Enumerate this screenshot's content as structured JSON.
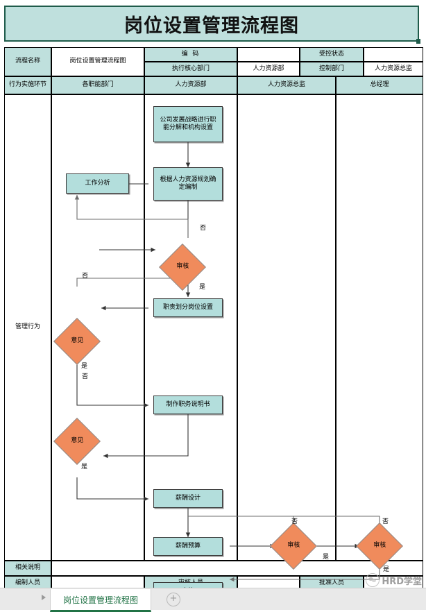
{
  "title": {
    "text": "岗位设置管理流程图"
  },
  "header_table": {
    "row1": [
      {
        "label": "流程名称",
        "shaded": true
      },
      {
        "label": "岗位设置管理流程图",
        "shaded": false
      },
      {
        "label": "编    码",
        "shaded": true
      },
      {
        "label": "",
        "shaded": false
      },
      {
        "label": "受控状态",
        "shaded": true
      },
      {
        "label": "",
        "shaded": false
      }
    ],
    "row2": [
      {
        "label": "执行核心部门",
        "shaded": true
      },
      {
        "label": "人力资源部",
        "shaded": false
      },
      {
        "label": "控制部门",
        "shaded": true
      },
      {
        "label": "人力资源总监",
        "shaded": false
      }
    ],
    "lanes": [
      {
        "label": "行为实施环节"
      },
      {
        "label": "各职能部门"
      },
      {
        "label": "人力资源部"
      },
      {
        "label": "人力资源总监"
      },
      {
        "label": "总经理"
      }
    ]
  },
  "body_row": {
    "label": "管理行为"
  },
  "footer": {
    "notes_label": "相关说明",
    "notes_value": "",
    "signoff": [
      {
        "label": "编制人员",
        "value": ""
      },
      {
        "label": "审核人员",
        "value": ""
      },
      {
        "label": "批准人员",
        "value": ""
      }
    ]
  },
  "flow": {
    "nodes": [
      {
        "id": "n1",
        "type": "process",
        "label": "公司发展战略进行职能分解和机构设置"
      },
      {
        "id": "n2",
        "type": "process",
        "label": "根据人力资源规划确定编制"
      },
      {
        "id": "n3",
        "type": "process",
        "label": "工作分析"
      },
      {
        "id": "n4",
        "type": "decision",
        "label": "审核"
      },
      {
        "id": "n5",
        "type": "decision",
        "label": "意见"
      },
      {
        "id": "n6",
        "type": "process",
        "label": "职责划分岗位设置"
      },
      {
        "id": "n7",
        "type": "process",
        "label": "制作职务说明书"
      },
      {
        "id": "n8",
        "type": "decision",
        "label": "意见"
      },
      {
        "id": "n9",
        "type": "process",
        "label": "薪酬设计"
      },
      {
        "id": "n10",
        "type": "process",
        "label": "薪酬预算"
      },
      {
        "id": "n11",
        "type": "decision",
        "label": "审核"
      },
      {
        "id": "n12",
        "type": "decision",
        "label": "审核"
      },
      {
        "id": "n13",
        "type": "process",
        "label": "实施"
      }
    ],
    "edge_labels": {
      "no": "否",
      "yes": "是"
    }
  },
  "tabbar": {
    "active_sheet": "岗位设置管理流程图",
    "add_sheet": "+"
  },
  "watermark": {
    "text": "HRD学堂"
  },
  "colors": {
    "banner_bg": "#bfe0dd",
    "banner_border": "#1f5b4a",
    "header_shade": "#bfe0dd",
    "process_fill": "#b3dedc",
    "decision_fill": "#f08b5c",
    "tab_accent": "#217346"
  }
}
